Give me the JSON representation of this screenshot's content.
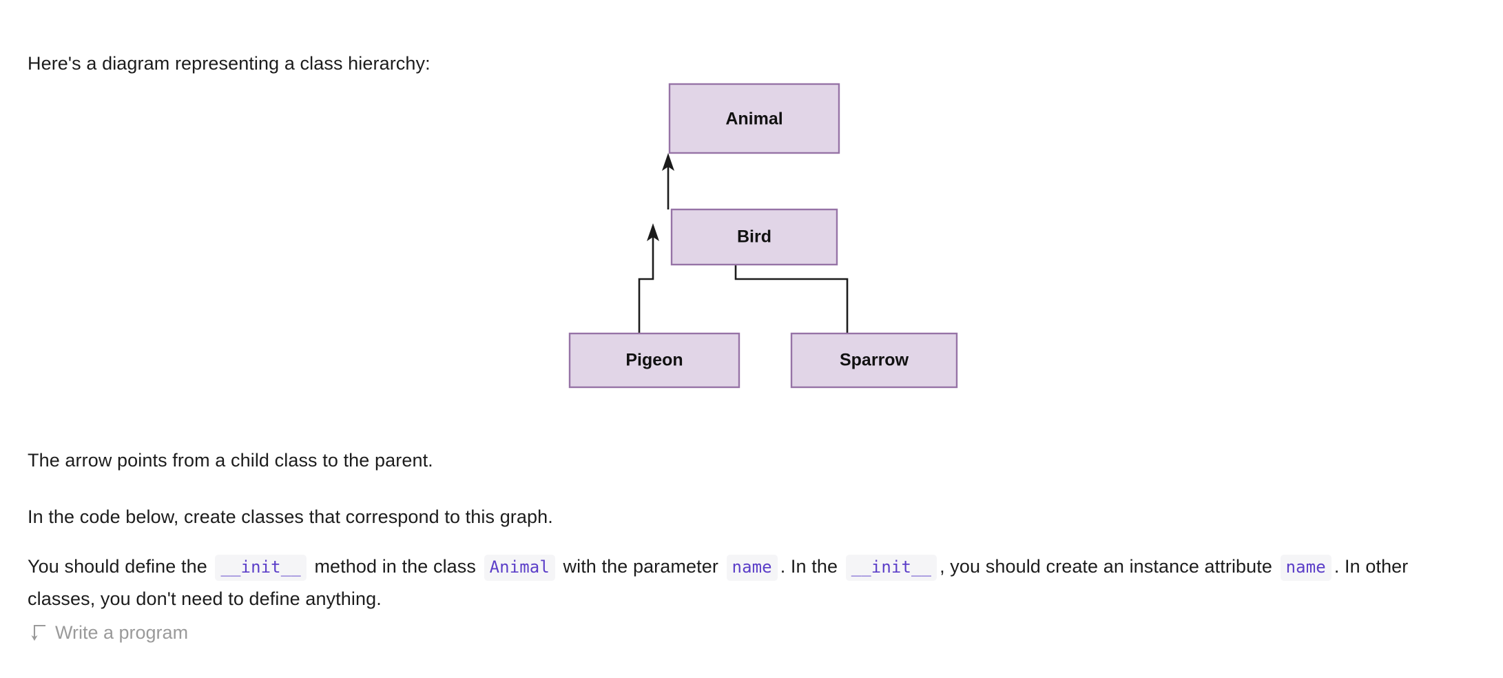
{
  "document": {
    "intro": "Here's a diagram representing a class hierarchy:",
    "arrow_note": "The arrow points from a child class to the parent.",
    "instruction": "In the code below, create classes that correspond to this graph.",
    "task": {
      "seg1": "You should define the",
      "code1": "__init__",
      "seg2": "method in the class",
      "code2": "Animal",
      "seg3": "with the parameter",
      "code3": "name",
      "seg4": ". In the",
      "code4": "__init__",
      "seg5": ", you should create an instance attribute",
      "code5": "name",
      "seg6": ". In other classes, you don't need to define anything."
    }
  },
  "diagram": {
    "type": "class-hierarchy",
    "nodes": [
      {
        "id": "animal",
        "label": "Animal"
      },
      {
        "id": "bird",
        "label": "Bird"
      },
      {
        "id": "pigeon",
        "label": "Pigeon"
      },
      {
        "id": "sparrow",
        "label": "Sparrow"
      }
    ],
    "edges": [
      {
        "from": "bird",
        "to": "animal"
      },
      {
        "from": "pigeon",
        "to": "bird"
      },
      {
        "from": "sparrow",
        "to": "bird"
      }
    ],
    "colors": {
      "node_fill": "#e1d5e7",
      "node_stroke": "#9673a6",
      "edge_stroke": "#1b1b1b",
      "label_color": "#111111"
    }
  },
  "footer": {
    "hint_icon": "arrow-turn-down-icon",
    "hint_label": "Write a program"
  }
}
